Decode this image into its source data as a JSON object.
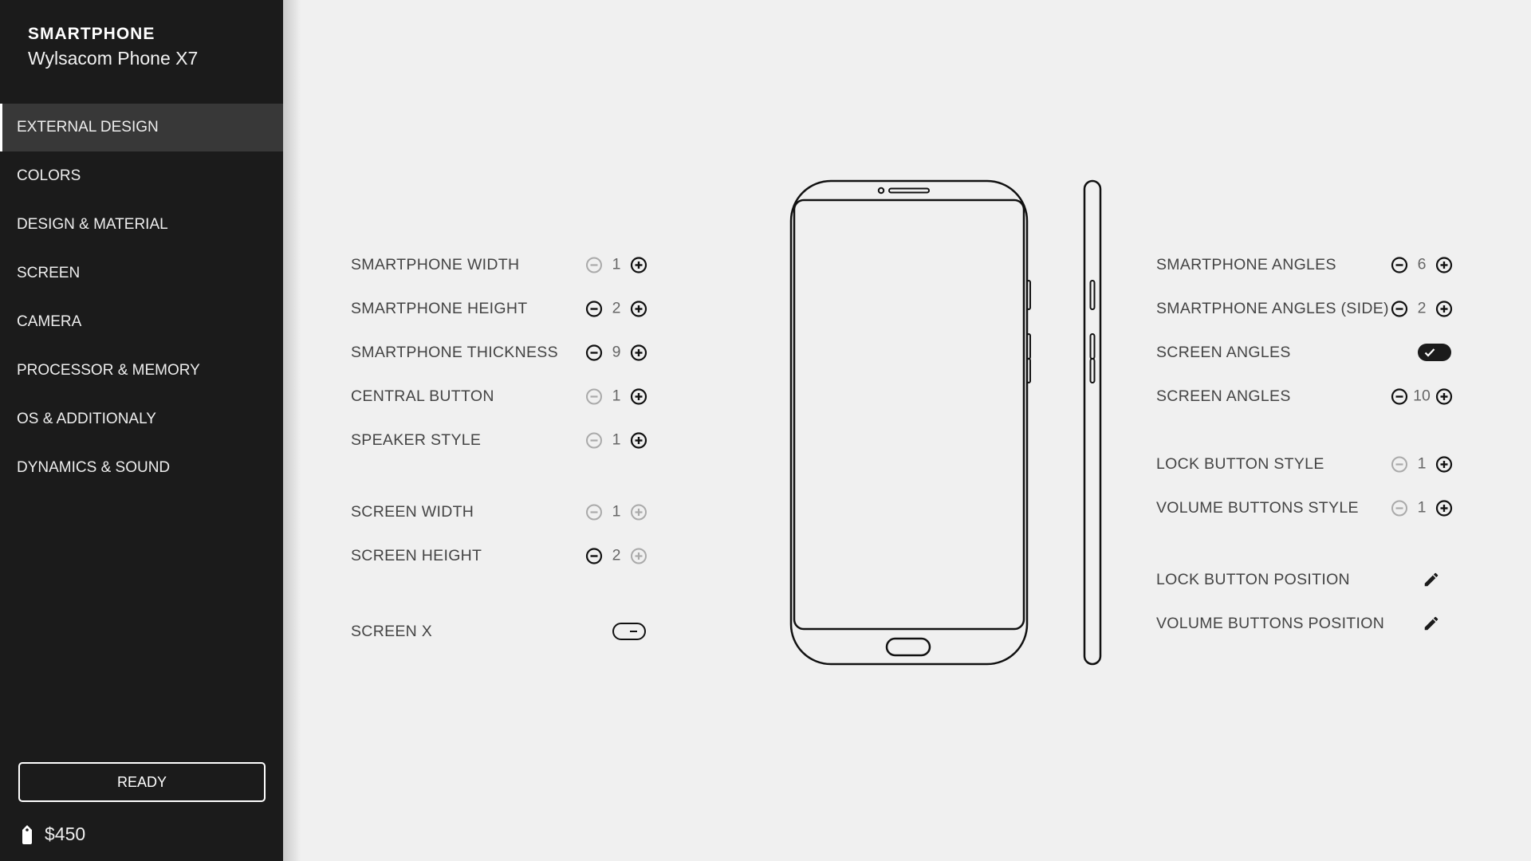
{
  "sidebar": {
    "title": "SMARTPHONE",
    "subtitle": "Wylsacom Phone X7",
    "items": [
      {
        "label": "EXTERNAL DESIGN",
        "active": true
      },
      {
        "label": "COLORS"
      },
      {
        "label": "DESIGN & MATERIAL"
      },
      {
        "label": "SCREEN"
      },
      {
        "label": "CAMERA"
      },
      {
        "label": "PROCESSOR & MEMORY"
      },
      {
        "label": "OS & ADDITIONALY"
      },
      {
        "label": "DYNAMICS & SOUND"
      }
    ],
    "ready_label": "READY",
    "price": "$450",
    "price_icon": "price-tag-icon"
  },
  "left_options": [
    {
      "label": "SMARTPHONE WIDTH",
      "value": "1",
      "minus_enabled": false,
      "plus_enabled": true
    },
    {
      "label": "SMARTPHONE HEIGHT",
      "value": "2",
      "minus_enabled": true,
      "plus_enabled": true
    },
    {
      "label": "SMARTPHONE THICKNESS",
      "value": "9",
      "minus_enabled": true,
      "plus_enabled": true
    },
    {
      "label": "CENTRAL BUTTON",
      "value": "1",
      "minus_enabled": false,
      "plus_enabled": true
    },
    {
      "label": "SPEAKER STYLE",
      "value": "1",
      "minus_enabled": false,
      "plus_enabled": true
    },
    {
      "label": "SCREEN WIDTH",
      "value": "1",
      "minus_enabled": false,
      "plus_enabled": false
    },
    {
      "label": "SCREEN HEIGHT",
      "value": "2",
      "minus_enabled": true,
      "plus_enabled": false
    },
    {
      "label": "SCREEN X",
      "toggle": false
    }
  ],
  "right_options": [
    {
      "label": "SMARTPHONE ANGLES",
      "value": "6",
      "minus_enabled": true,
      "plus_enabled": true
    },
    {
      "label": "SMARTPHONE ANGLES (SIDE)",
      "value": "2",
      "minus_enabled": true,
      "plus_enabled": true
    },
    {
      "label": "SCREEN ANGLES",
      "toggle": true
    },
    {
      "label": "SCREEN ANGLES",
      "value": "10",
      "minus_enabled": true,
      "plus_enabled": true
    },
    {
      "label": "LOCK BUTTON STYLE",
      "value": "1",
      "minus_enabled": false,
      "plus_enabled": true
    },
    {
      "label": "VOLUME BUTTONS STYLE",
      "value": "1",
      "minus_enabled": false,
      "plus_enabled": true
    },
    {
      "label": "LOCK BUTTON POSITION",
      "action_icon": "pencil-icon"
    },
    {
      "label": "VOLUME BUTTONS POSITION",
      "action_icon": "pencil-icon"
    }
  ],
  "colors": {
    "sidebar_bg": "#1b1b1b",
    "active_item_bg": "#383838",
    "main_bg": "#f0f0f0",
    "enabled_icon": "#111111",
    "disabled_icon": "#aaaaaa"
  }
}
